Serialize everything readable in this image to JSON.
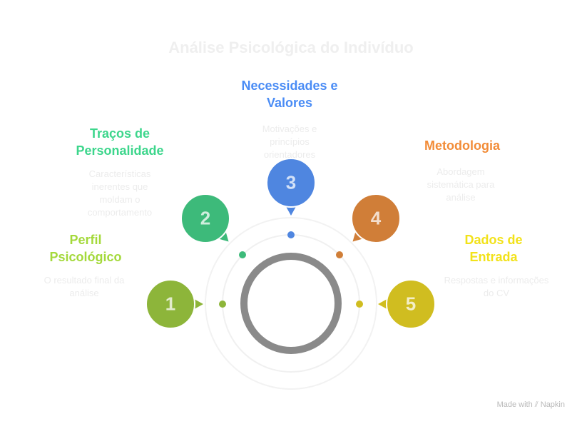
{
  "title": "Análise Psicológica do Indivíduo",
  "steps": [
    {
      "num": "1",
      "label": "Perfil Psicológico",
      "desc": "O resultado final da análise",
      "color": "#8db53a",
      "label_color": "#a4d93b"
    },
    {
      "num": "2",
      "label": "Traços de Personalidade",
      "desc": "Características inerentes que moldam o comportamento",
      "color": "#3dba7a",
      "label_color": "#3dd68c"
    },
    {
      "num": "3",
      "label": "Necessidades e Valores",
      "desc": "Motivações e princípios orientadores",
      "color": "#4f86e0",
      "label_color": "#4a8cf5"
    },
    {
      "num": "4",
      "label": "Metodologia",
      "desc": "Abordagem sistemática para análise",
      "color": "#d07e38",
      "label_color": "#f28c38"
    },
    {
      "num": "5",
      "label": "Dados de Entrada",
      "desc": "Respostas e informações do CV",
      "color": "#d0bd20",
      "label_color": "#f2e21a"
    }
  ],
  "footer": "Made with ⫽ Napkin"
}
